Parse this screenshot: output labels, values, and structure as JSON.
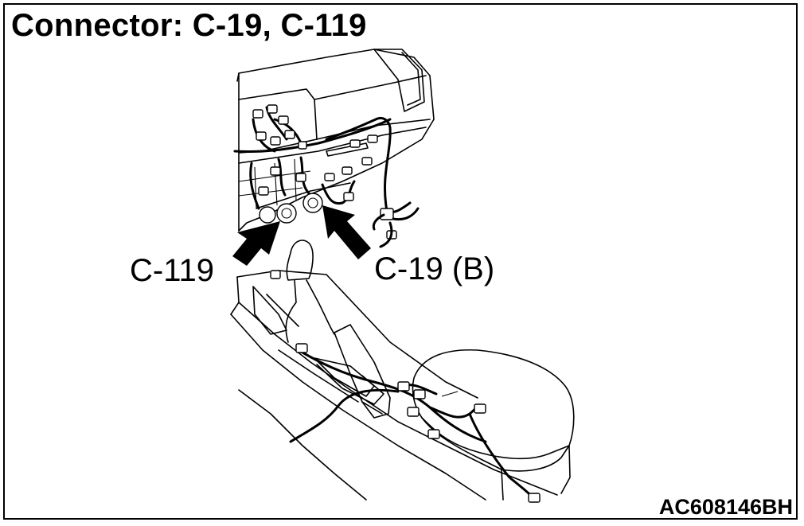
{
  "title": "Connector: C-19, C-119",
  "callouts": {
    "c119": "C-119",
    "c19": "C-19 (B)"
  },
  "figure_code": "AC608146BH"
}
